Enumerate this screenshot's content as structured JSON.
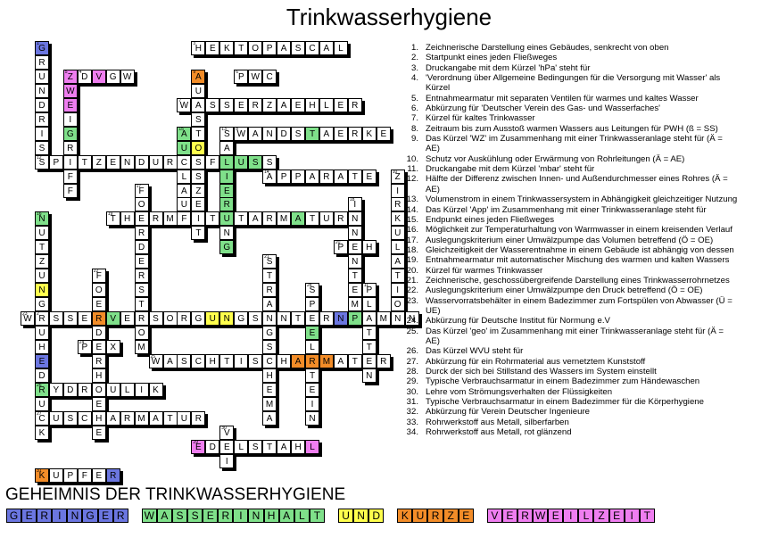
{
  "title": "Trinkwasserhygiene",
  "secret_heading": "GEHEIMNIS DER TRINKWASSERHYGIENE",
  "colors": {
    "blue": "#6b76e0",
    "green": "#7fe08a",
    "yellow": "#ffff4d",
    "orange": "#f28c28",
    "pink": "#ef7ef0",
    "white": "#ffffff"
  },
  "secret_words": [
    {
      "word": "GERINGER",
      "color": "blue"
    },
    {
      "word": "WASSERINHALT",
      "color": "green"
    },
    {
      "word": "UND",
      "color": "yellow"
    },
    {
      "word": "KURZE",
      "color": "orange"
    },
    {
      "word": "VERWEILZEIT",
      "color": "pink"
    }
  ],
  "words": [
    {
      "num": "1",
      "dir": "down",
      "col": 1,
      "row": 0,
      "word": "GRUNDRISS",
      "colors": {
        "0": "blue"
      }
    },
    {
      "num": "2",
      "dir": "down",
      "col": 1,
      "row": 19,
      "word": "RUHEDRUCK",
      "colors": {
        "3": "blue",
        "5": "blue"
      }
    },
    {
      "num": "3",
      "dir": "across",
      "col": 12,
      "row": 0,
      "word": "HEKTOPASCAL"
    },
    {
      "num": "4",
      "dir": "across",
      "col": 4,
      "row": 2,
      "word": "DVGW",
      "colors": {
        "1": "pink"
      }
    },
    {
      "num": "5",
      "dir": "down",
      "col": 3,
      "row": 2,
      "word": "ZWEIGRIFF",
      "colors": {
        "0": "pink",
        "1": "pink",
        "2": "pink",
        "4": "green"
      }
    },
    {
      "num": "6",
      "dir": "across",
      "col": 15,
      "row": 2,
      "word": "PWC"
    },
    {
      "num": "7",
      "dir": "across",
      "col": 11,
      "row": 4,
      "word": "WASSERZAEHLER"
    },
    {
      "num": "8",
      "dir": "across",
      "col": 15,
      "row": 6,
      "word": "WANDSTAERKE",
      "colors": {
        "5": "green"
      }
    },
    {
      "num": "9",
      "dir": "down",
      "col": 12,
      "row": 2,
      "word": "AUSSTOSSZEIT",
      "colors": {
        "0": "orange",
        "5": "yellow"
      }
    },
    {
      "num": "10",
      "dir": "down",
      "col": 26,
      "row": 9,
      "word": "ZIRKULATION"
    },
    {
      "num": "11",
      "dir": "down",
      "col": 24,
      "row": 17,
      "word": "PLATTEN"
    },
    {
      "num": "12",
      "dir": "across",
      "col": 1,
      "row": 8,
      "word": "SPITZENDURCHFLUSS",
      "colors": {
        "14": "green",
        "15": "green"
      }
    },
    {
      "num": "13",
      "dir": "down",
      "col": 14,
      "row": 6,
      "word": "SANIERUNG",
      "colors": {
        "2": "green",
        "3": "green",
        "4": "green",
        "5": "green",
        "6": "green",
        "8": "green"
      }
    },
    {
      "num": "14",
      "dir": "across",
      "col": 17,
      "row": 9,
      "word": "APPARATE"
    },
    {
      "num": "15",
      "dir": "down",
      "col": 11,
      "row": 6,
      "word": "AUSLAUF",
      "colors": {
        "0": "green",
        "1": "green"
      }
    },
    {
      "num": "16",
      "dir": "down",
      "col": 1,
      "row": 12,
      "word": "NUTZUNGS",
      "colors": {
        "0": "green",
        "5": "yellow"
      }
    },
    {
      "num": "17",
      "dir": "down",
      "col": 8,
      "row": 10,
      "word": "FOERDERSTROM"
    },
    {
      "num": "18",
      "dir": "down",
      "col": 23,
      "row": 11,
      "word": "INNENTEMP",
      "colors": {
        "8": "green"
      }
    },
    {
      "num": "19",
      "dir": "across",
      "col": 6,
      "row": 12,
      "word": "THERMOSTATARMATUR",
      "colors": {
        "13": "green"
      }
    },
    {
      "num": "20",
      "dir": "across",
      "col": 22,
      "row": 14,
      "word": "PWH"
    },
    {
      "num": "21",
      "dir": "down",
      "col": 17,
      "row": 15,
      "word": "STRANGSCHEMA"
    },
    {
      "num": "22",
      "dir": "down",
      "col": 5,
      "row": 16,
      "word": "FOERDERHOEHE",
      "colors": {
        "3": "orange"
      }
    },
    {
      "num": "23",
      "dir": "across",
      "col": 0,
      "row": 19,
      "word": "WASSERVERSORGUNGSUNTERNEHMEN",
      "colors": {
        "6": "green",
        "13": "yellow",
        "14": "yellow",
        "22": "blue"
      }
    },
    {
      "num": "24",
      "dir": "across",
      "col": 4,
      "row": 21,
      "word": "PEX"
    },
    {
      "num": "25",
      "dir": "across",
      "col": 9,
      "row": 22,
      "word": "WASCHTISCHARMATUR",
      "colors": {
        "10": "orange",
        "11": "orange",
        "12": "orange"
      }
    },
    {
      "num": "26",
      "dir": "across",
      "col": 1,
      "row": 24,
      "word": "HYDRAULIK",
      "colors": {
        "0": "green"
      }
    },
    {
      "num": "27",
      "dir": "across",
      "col": 1,
      "row": 26,
      "word": "DUSCHARMATUR"
    },
    {
      "num": "28",
      "dir": "down",
      "col": 20,
      "row": 17,
      "word": "SPUELSTEIN",
      "colors": {
        "3": "green"
      }
    },
    {
      "num": "29",
      "dir": "across",
      "col": 12,
      "row": 28,
      "word": "EDELSTAHL",
      "colors": {
        "0": "pink",
        "8": "pink"
      }
    },
    {
      "num": "30",
      "dir": "down",
      "col": 14,
      "row": 27,
      "word": "VDI"
    },
    {
      "num": "31",
      "dir": "across",
      "col": 1,
      "row": 30,
      "word": "KUPFER",
      "colors": {
        "0": "orange",
        "5": "blue"
      }
    }
  ],
  "clues": [
    {
      "num": "1.",
      "text": "Zeichnerische Darstellung eines Gebäudes, senkrecht von oben"
    },
    {
      "num": "2.",
      "text": "Startpunkt eines jeden Fließweges"
    },
    {
      "num": "3.",
      "text": "Druckangabe mit dem Kürzel 'hPa' steht für"
    },
    {
      "num": "4.",
      "text": "'Verordnung über Allgemeine Bedingungen für die Versorgung mit Wasser' als"
    },
    {
      "num": "",
      "text": "Kürzel"
    },
    {
      "num": "5.",
      "text": "Entnahmearmatur mit separaten Ventilen für warmes und kaltes Wasser"
    },
    {
      "num": "6.",
      "text": "Abkürzung für 'Deutscher Verein des Gas- und Wasserfaches'"
    },
    {
      "num": "7.",
      "text": "Kürzel für kaltes Trinkwasser"
    },
    {
      "num": "8.",
      "text": "Zeitraum bis zum Ausstoß warmen Wassers aus Leitungen für PWH (ß = SS)"
    },
    {
      "num": "9.",
      "text": "Das Kürzel 'WZ' im Zusammenhang mit einer Trinkwasseranlage steht für (Ä ="
    },
    {
      "num": "",
      "text": "AE)"
    },
    {
      "num": "10.",
      "text": "Schutz vor Auskühlung oder Erwärmung von Rohrleitungen (Ä = AE)"
    },
    {
      "num": "11.",
      "text": "Druckangabe mit dem Kürzel 'mbar' steht für"
    },
    {
      "num": "12.",
      "text": "Hälfte der Differenz zwischen Innen- und Außendurchmesser eines Rohres (Ä ="
    },
    {
      "num": "",
      "text": "AE)"
    },
    {
      "num": "13.",
      "text": "Volumenstrom in einem Trinkwassersystem in Abhängigkeit gleichzeitiger Nutzung"
    },
    {
      "num": "14.",
      "text": "Das Kürzel 'App' im Zusammenhang mit einer Trinkwasseranlage steht für"
    },
    {
      "num": "15.",
      "text": "Endpunkt eines jeden Fließweges"
    },
    {
      "num": "16.",
      "text": "Möglichkeit zur Temperaturhaltung von Warmwasser in einem kreisenden Verlauf"
    },
    {
      "num": "17.",
      "text": "Auslegungskriterium einer Umwälzpumpe das Volumen betreffend (Ö = OE)"
    },
    {
      "num": "18.",
      "text": "Gleichzeitigkeit der Wasserentnahme in einem Gebäude ist abhängig von dessen"
    },
    {
      "num": "19.",
      "text": "Entnahmearmatur mit automatischer Mischung des warmen und kalten Wassers"
    },
    {
      "num": "20.",
      "text": "Kürzel für warmes Trinkwasser"
    },
    {
      "num": "21.",
      "text": "Zeichnerische, geschossübergreifende Darstellung eines Trinkwasserrohrnetzes"
    },
    {
      "num": "22.",
      "text": "Auslegungskriterium einer Umwälzpumpe den Druck betreffend (Ö = OE)"
    },
    {
      "num": "23.",
      "text": "Wasservorratsbehälter in einem Badezimmer zum Fortspülen von Abwasser (Ü ="
    },
    {
      "num": "",
      "text": "UE)"
    },
    {
      "num": "24.",
      "text": "Abkürzung für Deutsche Institut für Normung e.V"
    },
    {
      "num": "25.",
      "text": "Das Kürzel 'geo' im Zusammenhang mit einer Trinkwasseranlage steht für (Ä ="
    },
    {
      "num": "",
      "text": "AE)"
    },
    {
      "num": "26.",
      "text": "Das Kürzel WVU steht für"
    },
    {
      "num": "27.",
      "text": "Abkürzung für ein Rohrmaterial aus vernetztem Kunststoff"
    },
    {
      "num": "28.",
      "text": "Durck der sich bei Stillstand des Wassers im System einstellt"
    },
    {
      "num": "29.",
      "text": "Typische Verbrauchsarmatur in einem Badezimmer zum Händewaschen"
    },
    {
      "num": "30.",
      "text": "Lehre vom Strömungsverhalten der Flüssigkeiten"
    },
    {
      "num": "31.",
      "text": "Typische Verbrauchsarmatur in einem Badezimmer für die Körperhygiene"
    },
    {
      "num": "32.",
      "text": "Abkürzung für Verein Deutscher Ingenieure"
    },
    {
      "num": "33.",
      "text": "Rohrwerkstoff aus Metall, silberfarben"
    },
    {
      "num": "34.",
      "text": "Rohrwerkstoff aus Metall, rot glänzend"
    }
  ]
}
